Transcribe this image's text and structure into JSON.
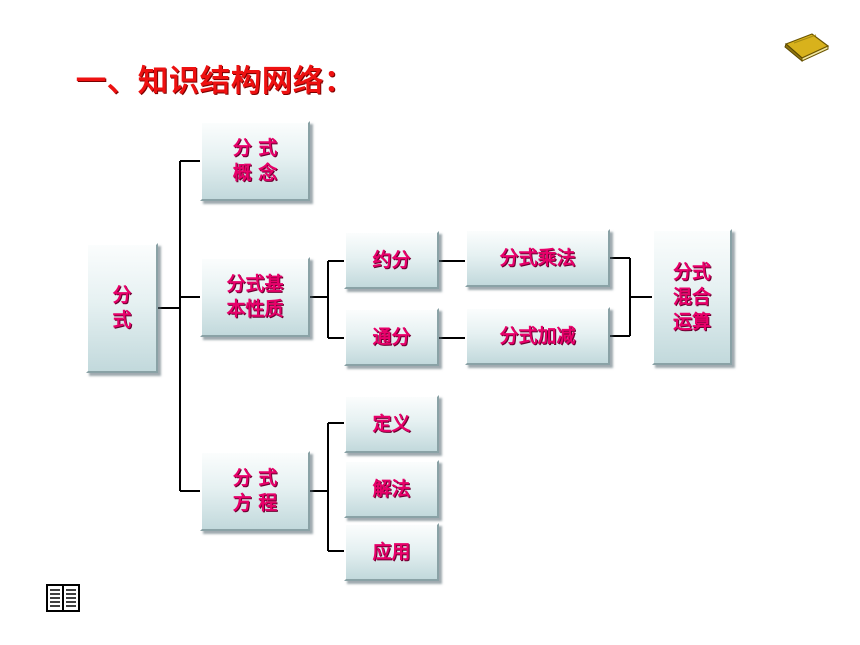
{
  "title": "一、知识结构网络：",
  "nodes": {
    "root": "分\n式",
    "concept": "分 式\n概 念",
    "property": "分式基\n本性质",
    "equation": "分 式\n方 程",
    "reduce": "约分",
    "common": "通分",
    "mult": "分式乘法",
    "add": "分式加减",
    "mixed": "分式\n混合\n运算",
    "define": "定义",
    "solve": "解法",
    "apply": "应用"
  },
  "icons": {
    "top_right": "book-icon",
    "bottom_left": "open-book-icon"
  }
}
